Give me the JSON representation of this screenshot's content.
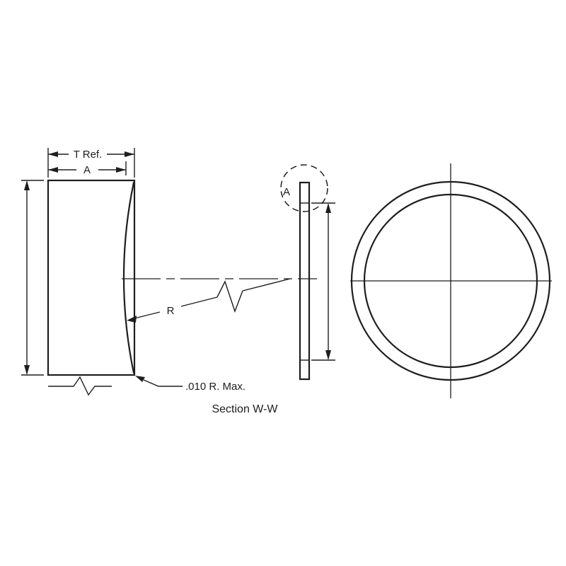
{
  "labels": {
    "t_ref": "T Ref.",
    "a_width": "A",
    "r_leader": "R",
    "corner_radius": ".010 R. Max.",
    "detail_a": "A",
    "section_title": "Section W-W"
  },
  "colors": {
    "line": "#1e1e1e",
    "background": "#ffffff"
  }
}
